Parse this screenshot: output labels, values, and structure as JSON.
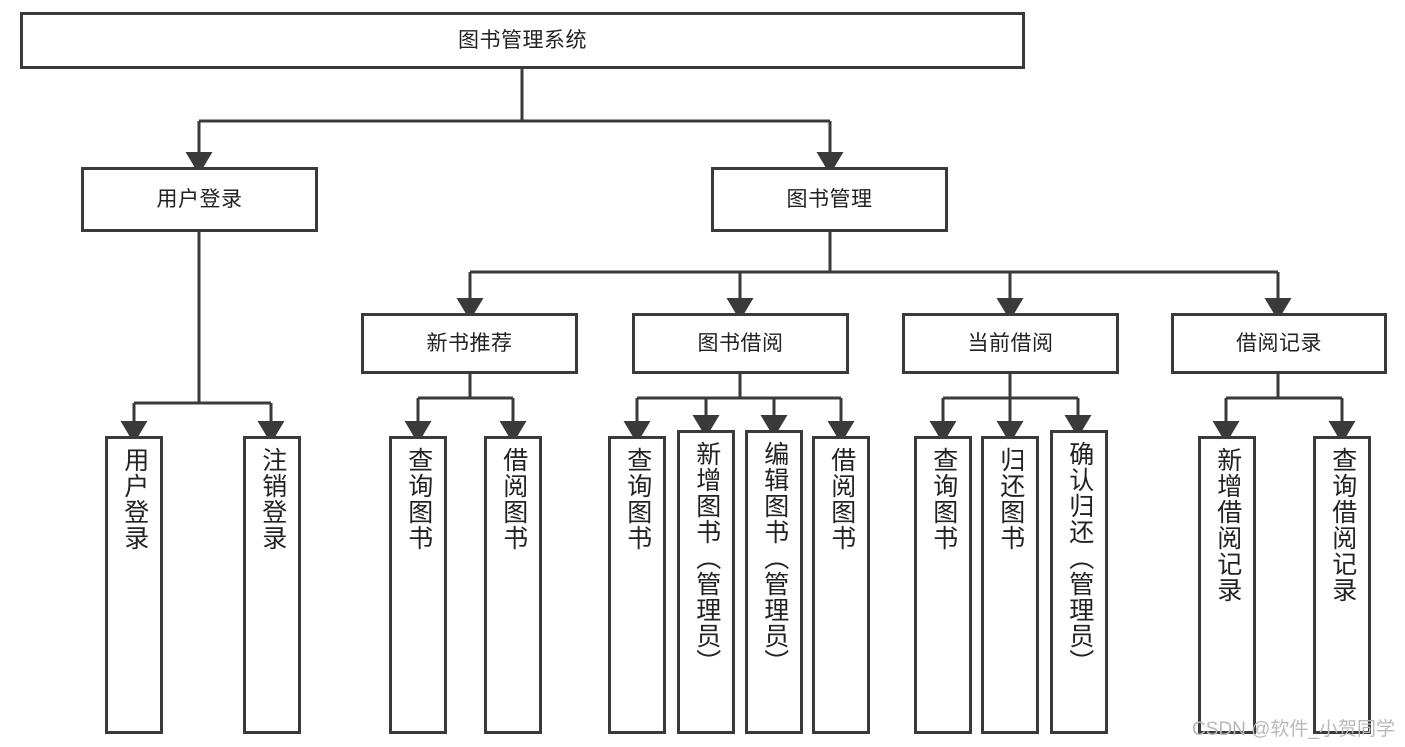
{
  "diagram": {
    "title_box": {
      "label": "图书管理系统"
    },
    "level1": [
      {
        "label": "用户登录"
      },
      {
        "label": "图书管理"
      }
    ],
    "level2": [
      {
        "label": "新书推荐"
      },
      {
        "label": "图书借阅"
      },
      {
        "label": "当前借阅"
      },
      {
        "label": "借阅记录"
      }
    ],
    "leaves": [
      {
        "label": "用户登录"
      },
      {
        "label": "注销登录"
      },
      {
        "label": "查询图书"
      },
      {
        "label": "借阅图书"
      },
      {
        "label": "查询图书"
      },
      {
        "label": "新增图书（管理员）"
      },
      {
        "label": "编辑图书（管理员）"
      },
      {
        "label": "借阅图书"
      },
      {
        "label": "查询图书"
      },
      {
        "label": "归还图书"
      },
      {
        "label": "确认归还（管理员）"
      },
      {
        "label": "新增借阅记录"
      },
      {
        "label": "查询借阅记录"
      }
    ],
    "watermark": "CSDN @软件_小贺同学",
    "colors": {
      "stroke": "#3a3a3a",
      "text": "#222222",
      "background": "#ffffff",
      "watermark": "#b9b9b9"
    }
  }
}
